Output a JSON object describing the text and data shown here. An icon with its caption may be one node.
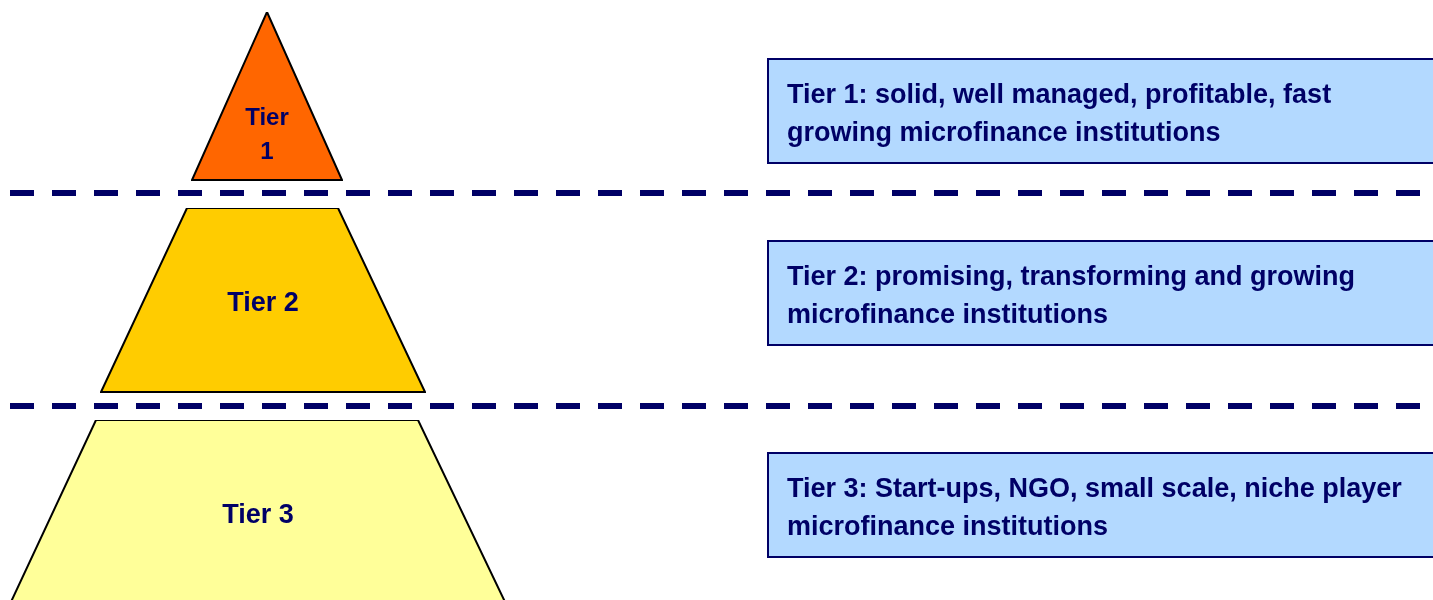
{
  "diagram": {
    "nodes": [
      {
        "text": [
          "Tier 1"
        ]
      },
      {
        "text": [
          "Tier 2"
        ]
      },
      {
        "text": [
          "Tier 3"
        ]
      },
      {
        "text": [
          "Tier 1: solid, well managed, profitable, fast growing microfinance institutions"
        ]
      },
      {
        "text": [
          "Tier 2: promising, transforming and growing microfinance institutions"
        ]
      },
      {
        "text": [
          "Tier 3: Start-ups, NGO, small scale, niche player microfinance institutions"
        ]
      }
    ]
  }
}
